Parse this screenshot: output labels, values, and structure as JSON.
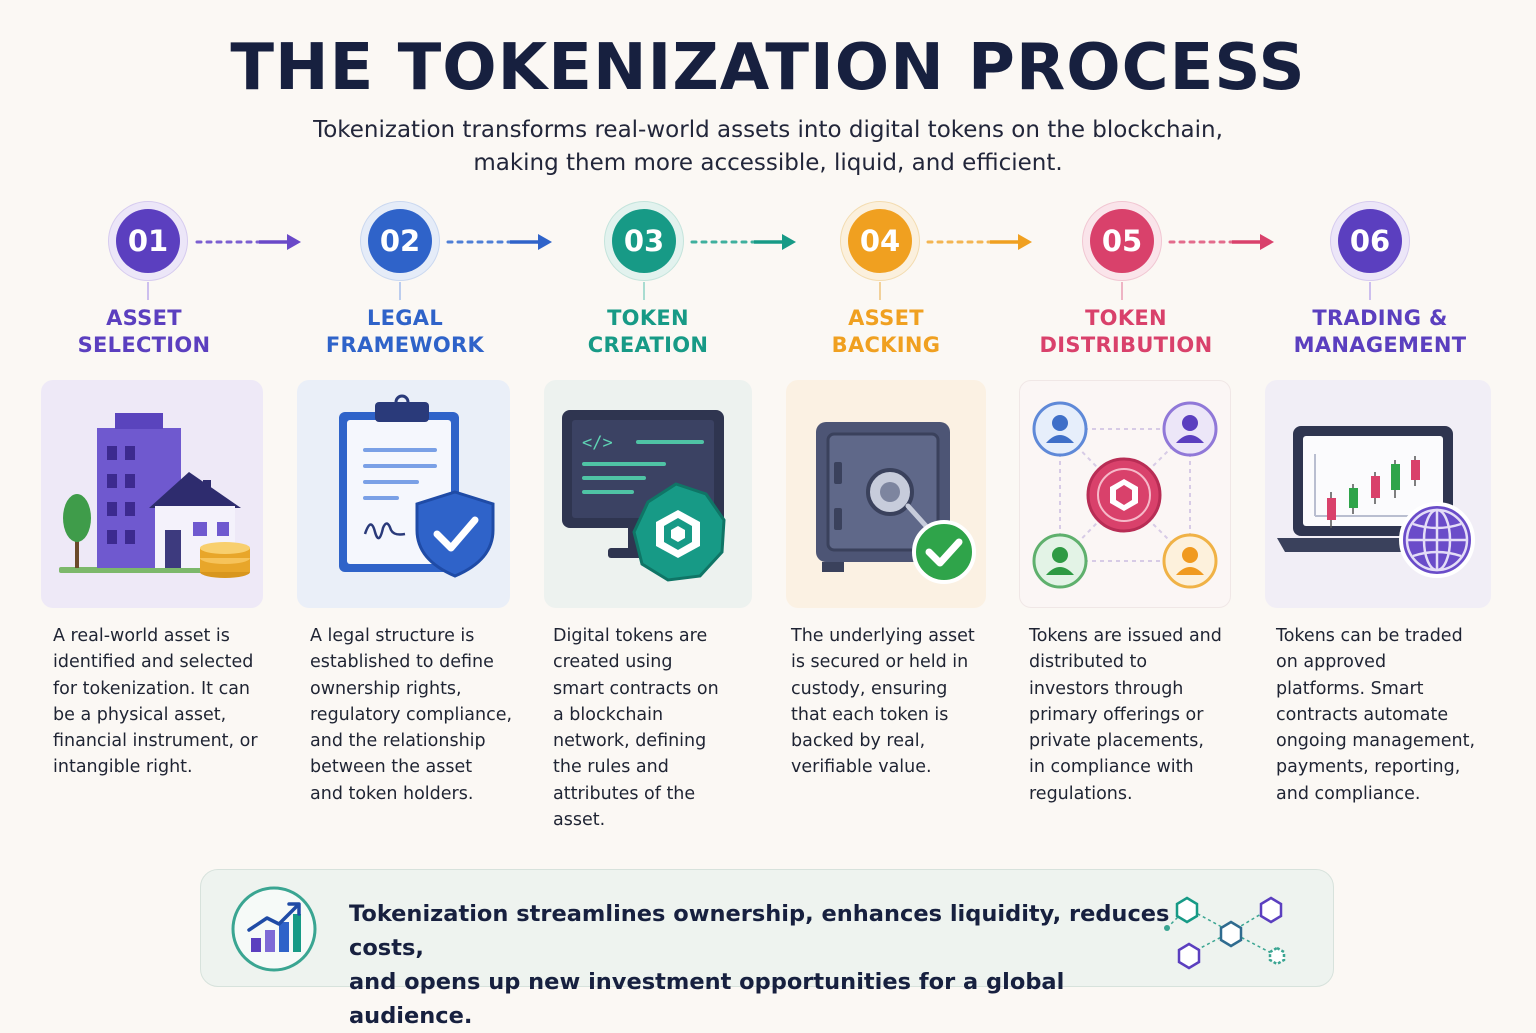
{
  "header": {
    "title": "THE TOKENIZATION PROCESS",
    "subtitle_line1": "Tokenization transforms real-world assets into digital tokens on the blockchain,",
    "subtitle_line2": "making them more accessible, liquid, and efficient."
  },
  "steps": [
    {
      "number": "01",
      "title_line1": "ASSET",
      "title_line2": "SELECTION",
      "color": "#5b3fbf",
      "icon": "building-house-coins-icon",
      "description": [
        "A real-world asset is",
        "identified and selected",
        "for tokenization. It can",
        "be a physical asset,",
        "financial instrument, or",
        "intangible right."
      ]
    },
    {
      "number": "02",
      "title_line1": "LEGAL",
      "title_line2": "FRAMEWORK",
      "color": "#2f63c9",
      "icon": "clipboard-shield-icon",
      "description": [
        "A legal structure is",
        "established to define",
        "ownership rights,",
        "regulatory compliance,",
        "and the relationship",
        "between the asset",
        "and token holders."
      ]
    },
    {
      "number": "03",
      "title_line1": "TOKEN",
      "title_line2": "CREATION",
      "color": "#179a86",
      "icon": "monitor-code-token-icon",
      "description": [
        "Digital tokens are",
        "created using",
        "smart contracts on",
        "a blockchain",
        "network, defining",
        "the rules and",
        "attributes of the",
        "asset."
      ]
    },
    {
      "number": "04",
      "title_line1": "ASSET",
      "title_line2": "BACKING",
      "color": "#f0a020",
      "icon": "safe-check-icon",
      "description": [
        "The underlying asset",
        "is secured or held in",
        "custody, ensuring",
        "that each token is",
        "backed by real,",
        "verifiable value."
      ]
    },
    {
      "number": "05",
      "title_line1": "TOKEN",
      "title_line2": "DISTRIBUTION",
      "color": "#d9416b",
      "icon": "token-network-investors-icon",
      "description": [
        "Tokens are issued and",
        "distributed to",
        "investors through",
        "primary offerings or",
        "private placements,",
        "in compliance with",
        "regulations."
      ]
    },
    {
      "number": "06",
      "title_line1": "TRADING &",
      "title_line2": "MANAGEMENT",
      "color": "#5b3fbf",
      "icon": "laptop-chart-globe-icon",
      "description": [
        "Tokens can be traded",
        "on approved",
        "platforms. Smart",
        "contracts automate",
        "ongoing management,",
        "payments, reporting,",
        "and compliance."
      ]
    }
  ],
  "footer": {
    "text_line1": "Tokenization streamlines ownership, enhances liquidity, reduces costs,",
    "text_line2": "and opens up new investment opportunities for a global audience.",
    "left_icon": "growth-chart-icon",
    "right_icon": "blockchain-cubes-icon"
  }
}
